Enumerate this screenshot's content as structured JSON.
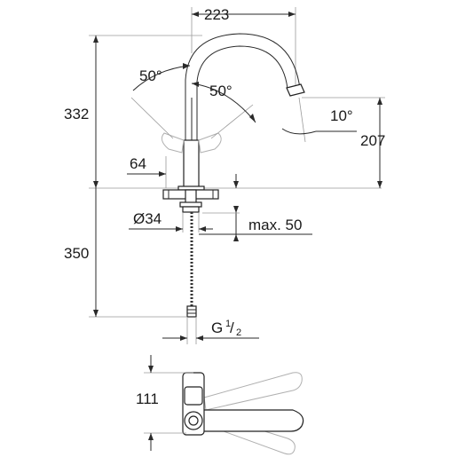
{
  "dimensions": {
    "width": "223",
    "total_height": "332",
    "spout_height": "207",
    "angle_left": "50°",
    "angle_right": "50°",
    "angle_spout": "10°",
    "base_offset": "64",
    "hole_diameter": "Ø34",
    "max_thickness": "max. 50",
    "hose_length": "350",
    "connection_g": "G",
    "connection_fraction_num": "1",
    "connection_fraction_den": "2",
    "plan_depth": "111"
  },
  "colors": {
    "line": "#2a2a2a",
    "ghost": "#b0b0b0",
    "background": "#ffffff"
  }
}
